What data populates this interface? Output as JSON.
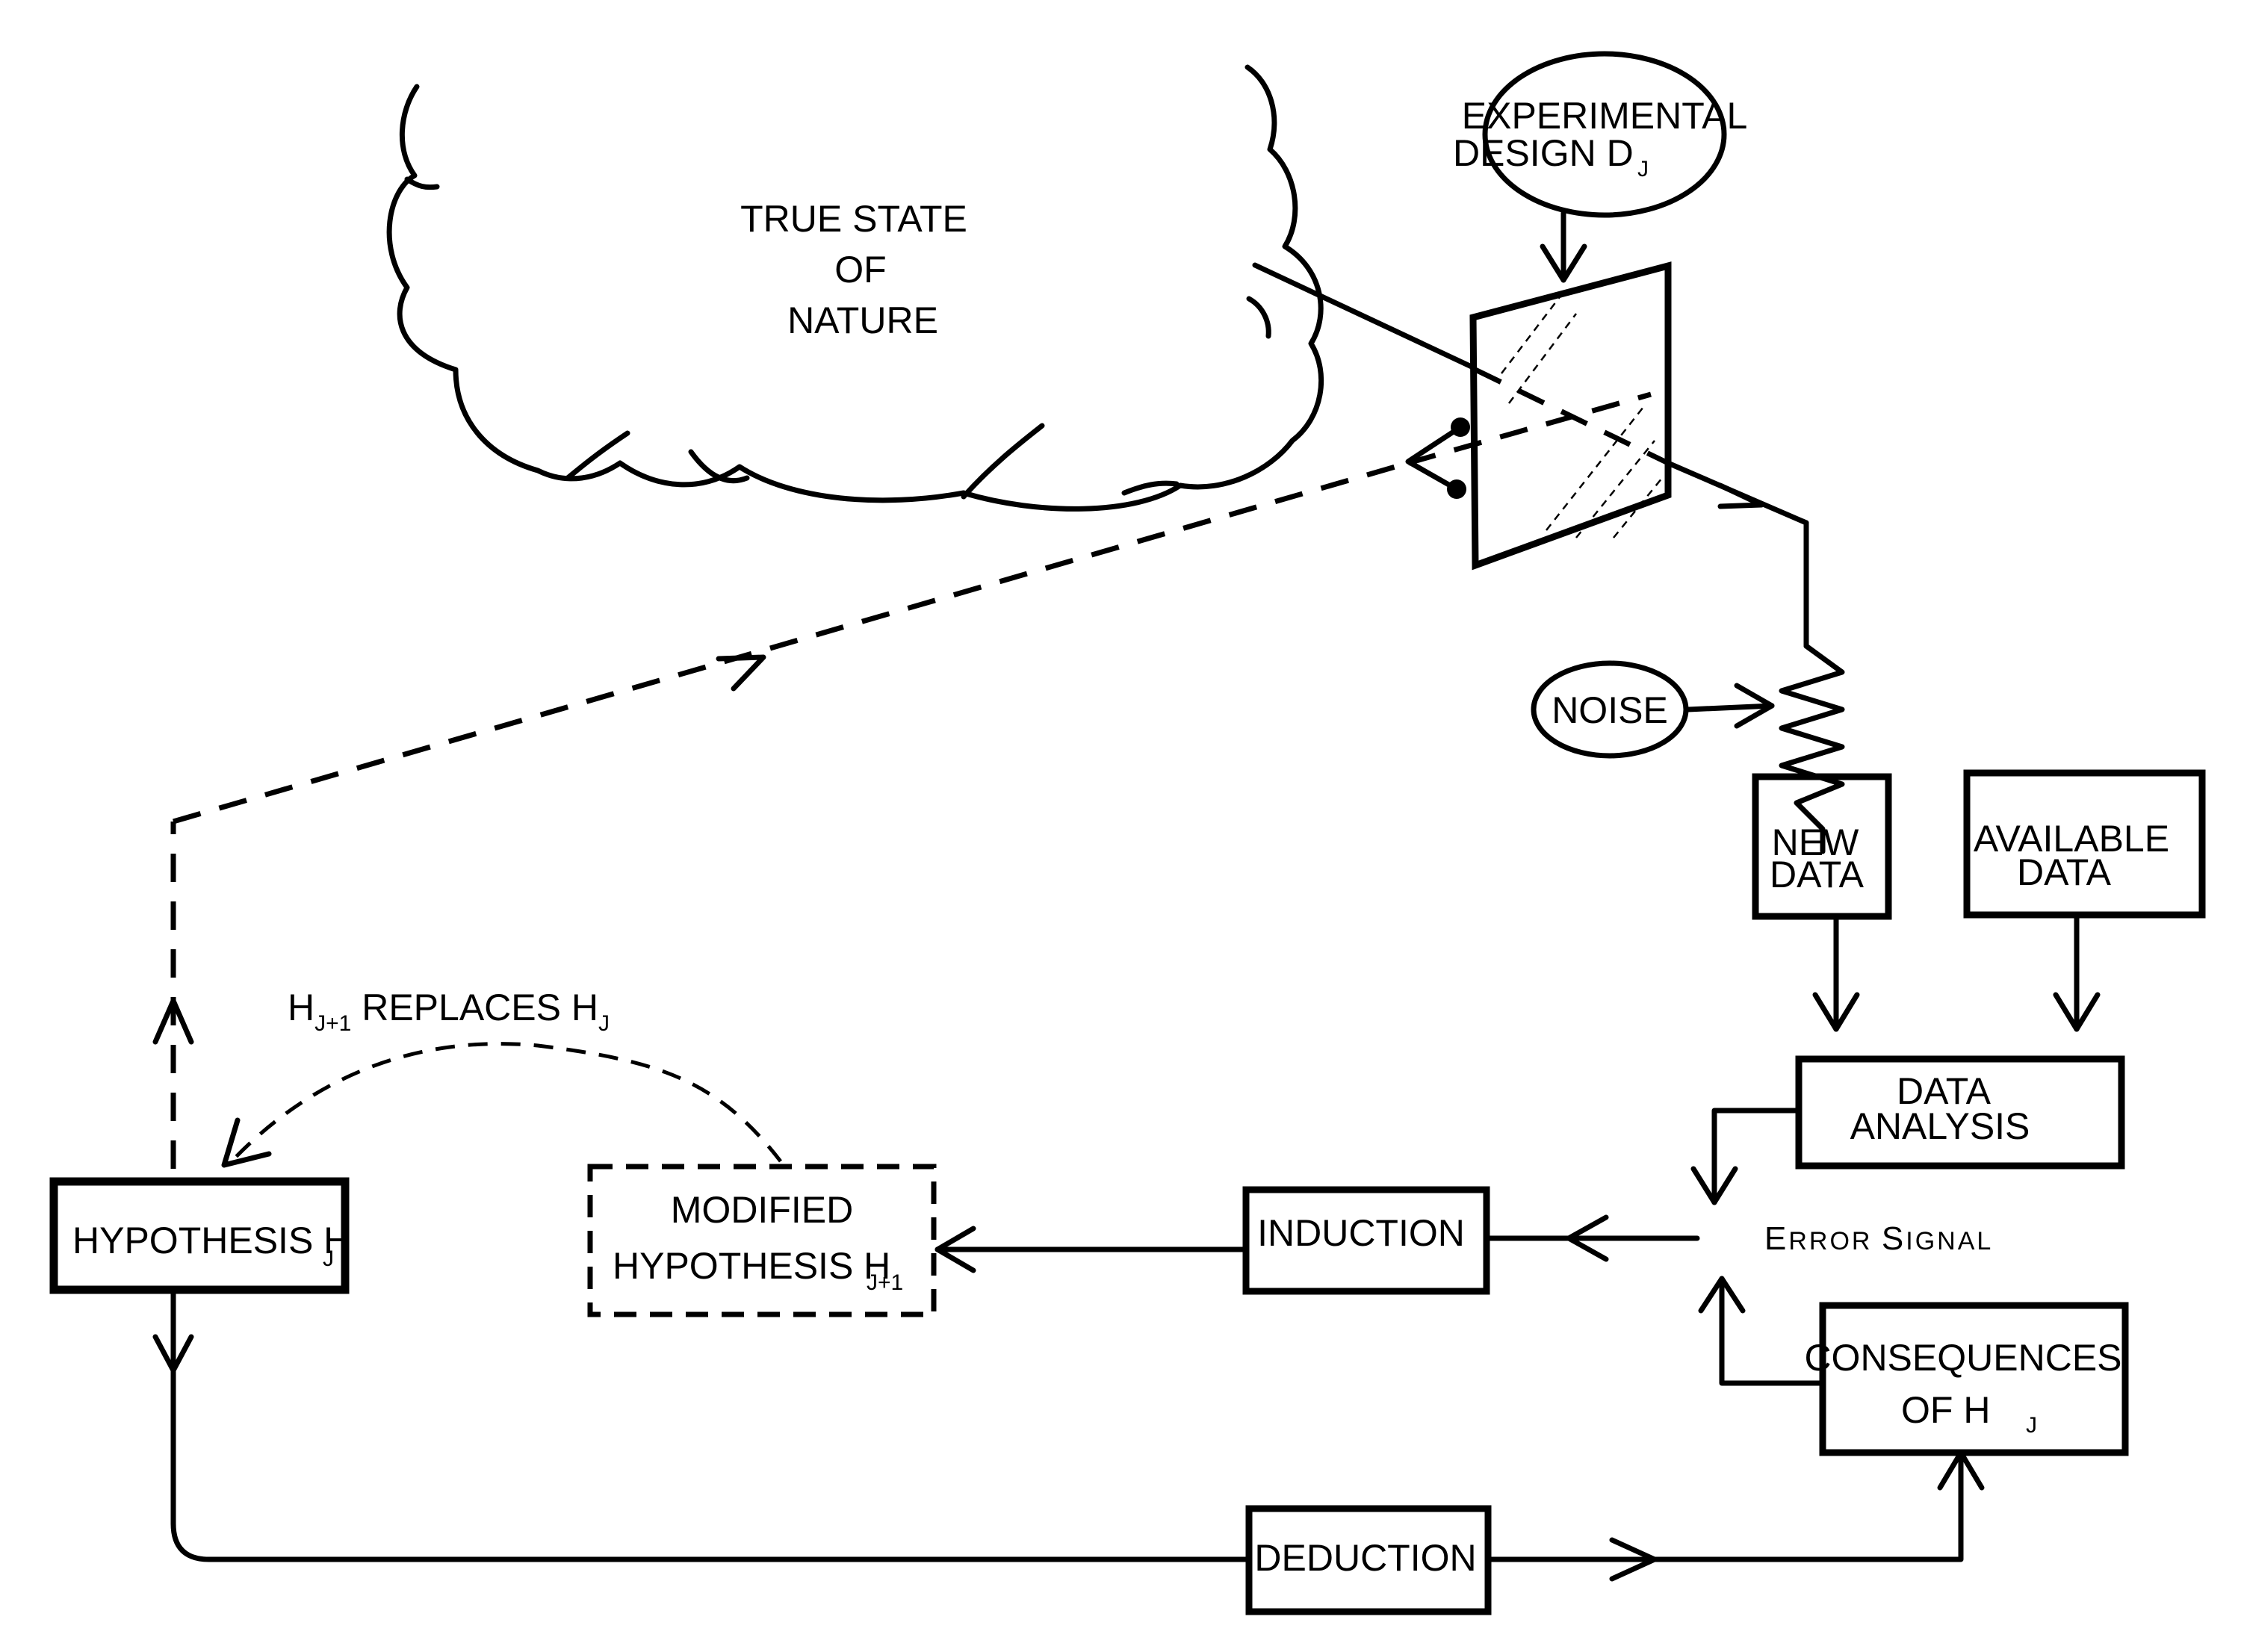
{
  "nodes": {
    "true_state": {
      "line1": "TRUE  STATE",
      "line2": "OF",
      "line3": "NATURE"
    },
    "experimental_design": {
      "line1": "EXPERIMENTAL",
      "line2": "DESIGN  D",
      "sub": "J"
    },
    "noise": {
      "label": "NOISE"
    },
    "new_data": {
      "line1": "NEW",
      "line2": "DATA"
    },
    "available_data": {
      "line1": "AVAILABLE",
      "line2": "DATA"
    },
    "data_analysis": {
      "line1": "DATA",
      "line2": "ANALYSIS"
    },
    "error_signal": {
      "first_big": "E",
      "first_small": "RROR ",
      "second_big": "S",
      "second_small": "IGNAL"
    },
    "consequences": {
      "line1": "CONSEQUENCES",
      "line2": "OF  H",
      "sub": "J"
    },
    "induction": {
      "label": "INDUCTION"
    },
    "deduction": {
      "label": "DEDUCTION"
    },
    "modified_hypothesis": {
      "line1": "MODIFIED",
      "line2": "HYPOTHESIS  H",
      "sub": "J+1"
    },
    "hypothesis": {
      "label": "HYPOTHESIS  H",
      "sub": "J"
    },
    "replaces": {
      "h1": "H",
      "sub1": "J+1",
      "middle": " REPLACES  H",
      "sub2": "J"
    }
  }
}
